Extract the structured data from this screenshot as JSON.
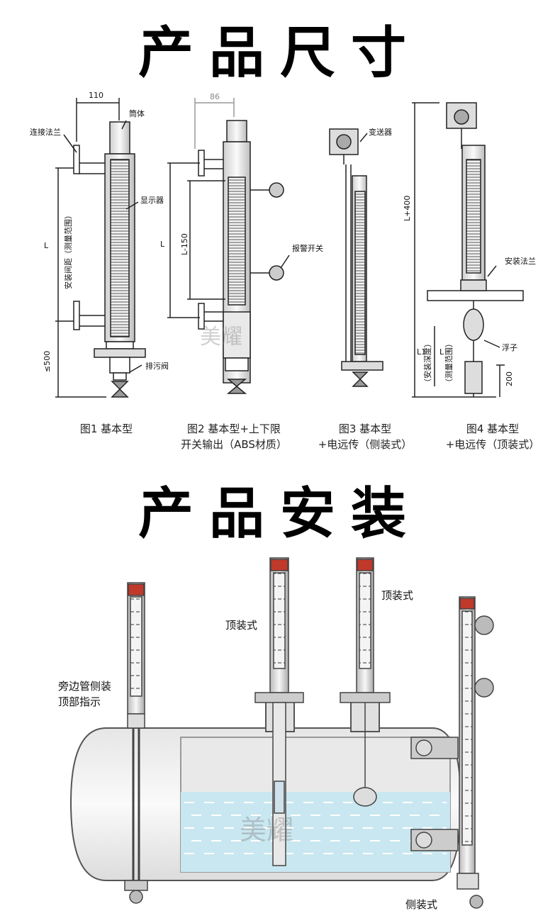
{
  "titles": {
    "dimensions": "产品尺寸",
    "installation": "产品安装"
  },
  "fig1": {
    "dim_top": "110",
    "connect_flange": "连接法兰",
    "body": "筒体",
    "display": "显示器",
    "install_spacing": "安装间距（测量范围）",
    "L": "L",
    "max500": "≤500",
    "drain_valve": "排污阀",
    "caption_line1": "图1 基本型"
  },
  "fig2": {
    "dim_top": "86",
    "L": "L",
    "L150": "L-150",
    "alarm_switch": "报警开关",
    "caption_line1": "图2 基本型+上下限",
    "caption_line2": "开关输出（ABS材质）"
  },
  "fig3": {
    "transmitter": "变送器",
    "caption_line1": "图3 基本型",
    "caption_line2": "+电远传（侧装式）"
  },
  "fig4": {
    "L400": "L+400",
    "install_flange": "安装法兰",
    "float": "浮子",
    "L1": "L1",
    "L": "L",
    "install_depth": "（安装深度）",
    "measure_range": "（测量范围）",
    "d200": "200",
    "caption_line1": "图4 基本型",
    "caption_line2": "+电远传（顶装式）"
  },
  "install": {
    "bypass_side": "旁边管侧装",
    "top_indicate": "顶部指示",
    "top_mount_1": "顶装式",
    "top_mount_2": "顶装式",
    "side_mount": "侧装式"
  },
  "watermark": "美耀"
}
